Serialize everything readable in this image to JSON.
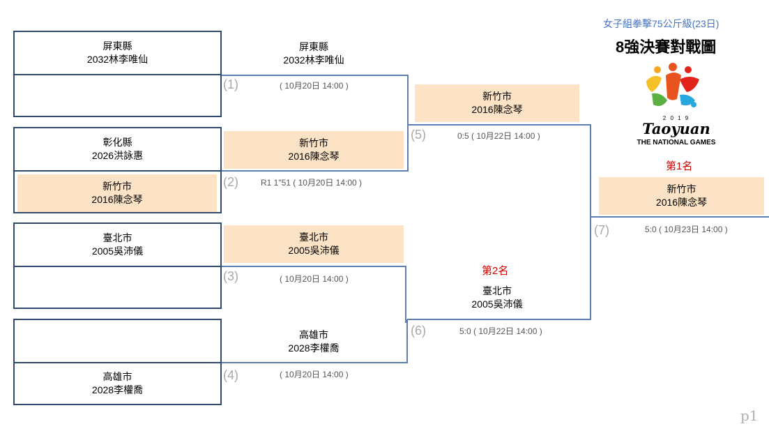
{
  "header": {
    "subtitle": "女子組拳擊75公斤級(23日)",
    "title": "8強決賽對戰圖"
  },
  "logo": {
    "year": "2 0 1 9",
    "wordmark": "Taoyuan",
    "caption": "THE NATIONAL GAMES"
  },
  "round1": [
    {
      "county": "屏東縣",
      "name": "2032林李唯仙"
    },
    {
      "county": "",
      "name": ""
    },
    {
      "county": "彰化縣",
      "name": "2026洪詠惠"
    },
    {
      "county": "新竹市",
      "name": "2016陳念琴"
    },
    {
      "county": "臺北市",
      "name": "2005吳沛儀"
    },
    {
      "county": "",
      "name": ""
    },
    {
      "county": "",
      "name": ""
    },
    {
      "county": "高雄市",
      "name": "2028李權喬"
    }
  ],
  "round2": [
    {
      "county": "屏東縣",
      "name": "2032林李唯仙"
    },
    {
      "county": "新竹市",
      "name": "2016陳念琴"
    },
    {
      "county": "臺北市",
      "name": "2005吳沛儀"
    },
    {
      "county": "高雄市",
      "name": "2028李權喬"
    }
  ],
  "semis": [
    {
      "county": "新竹市",
      "name": "2016陳念琴"
    },
    {
      "county": "臺北市",
      "name": "2005吳沛儀"
    }
  ],
  "final": {
    "county": "新竹市",
    "name": "2016陳念琴"
  },
  "ranks": {
    "first": "第1名",
    "second": "第2名"
  },
  "matches": [
    {
      "num": "(1)",
      "result": "( 10月20日 14:00 )"
    },
    {
      "num": "(2)",
      "result": "R1 1\"51 ( 10月20日 14:00 )"
    },
    {
      "num": "(3)",
      "result": "( 10月20日 14:00 )"
    },
    {
      "num": "(4)",
      "result": "( 10月20日 14:00 )"
    },
    {
      "num": "(5)",
      "result": "0:5 ( 10月22日 14:00 )"
    },
    {
      "num": "(6)",
      "result": "5:0 ( 10月22日 14:00 )"
    },
    {
      "num": "(7)",
      "result": "5:0 ( 10月23日 14:00 )"
    }
  ],
  "page_label": "p1",
  "colors": {
    "highlight": "#fde3c5",
    "line": "#5b7fb3",
    "rank": "#d00000",
    "subtitle": "#4472c4"
  }
}
